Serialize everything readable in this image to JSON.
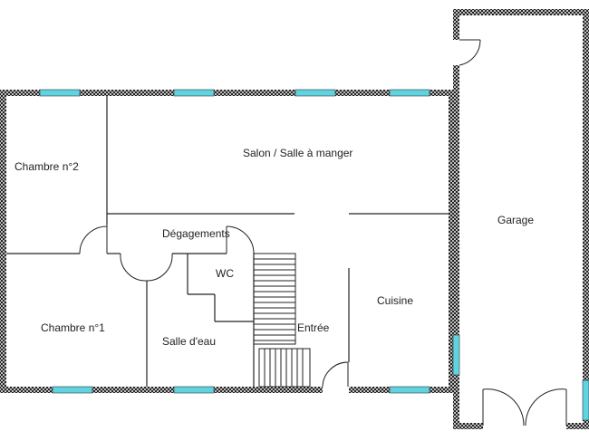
{
  "rooms": {
    "chambre2": "Chambre n°2",
    "salon": "Salon / Salle à manger",
    "degagements": "Dégagements",
    "wc": "WC",
    "garage": "Garage",
    "chambre1": "Chambre n°1",
    "salle_eau": "Salle d'eau",
    "entree": "Entrée",
    "cuisine": "Cuisine"
  },
  "colors": {
    "wall": "#111111",
    "window": "#5fd3df",
    "line": "#222222"
  }
}
